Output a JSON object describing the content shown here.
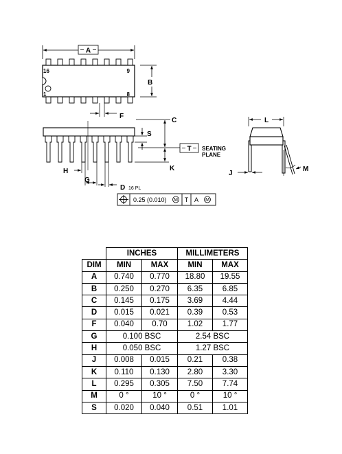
{
  "drawing": {
    "labels": {
      "a": "A",
      "b": "B",
      "c": "C",
      "d": "D",
      "f": "F",
      "g": "G",
      "h": "H",
      "j": "J",
      "k": "K",
      "l": "L",
      "m": "M",
      "s": "S",
      "t": "T"
    },
    "pin_numbers": {
      "top_left": "16",
      "top_right": "9",
      "bottom_left": "1",
      "bottom_right": "8"
    },
    "seating_plane": [
      "SEATING",
      "PLANE"
    ],
    "d_suffix": "16 PL",
    "tolerance_frame": {
      "symbol": "⊕",
      "value": "0.25 (0.010)",
      "modifier": "M",
      "datum_1": "T",
      "datum_2": "A",
      "datum_2_modifier": "M"
    }
  },
  "table": {
    "group_headers": [
      "INCHES",
      "MILLIMETERS"
    ],
    "col_headers": [
      "DIM",
      "MIN",
      "MAX",
      "MIN",
      "MAX"
    ],
    "rows": [
      {
        "dim": "A",
        "in_min": "0.740",
        "in_max": "0.770",
        "mm_min": "18.80",
        "mm_max": "19.55"
      },
      {
        "dim": "B",
        "in_min": "0.250",
        "in_max": "0.270",
        "mm_min": "6.35",
        "mm_max": "6.85"
      },
      {
        "dim": "C",
        "in_min": "0.145",
        "in_max": "0.175",
        "mm_min": "3.69",
        "mm_max": "4.44"
      },
      {
        "dim": "D",
        "in_min": "0.015",
        "in_max": "0.021",
        "mm_min": "0.39",
        "mm_max": "0.53"
      },
      {
        "dim": "F",
        "in_min": "0.040",
        "in_max": "0.70",
        "mm_min": "1.02",
        "mm_max": "1.77"
      },
      {
        "dim": "G",
        "in_span": "0.100 BSC",
        "mm_span": "2.54 BSC"
      },
      {
        "dim": "H",
        "in_span": "0.050 BSC",
        "mm_span": "1.27 BSC"
      },
      {
        "dim": "J",
        "in_min": "0.008",
        "in_max": "0.015",
        "mm_min": "0.21",
        "mm_max": "0.38"
      },
      {
        "dim": "K",
        "in_min": "0.110",
        "in_max": "0.130",
        "mm_min": "2.80",
        "mm_max": "3.30"
      },
      {
        "dim": "L",
        "in_min": "0.295",
        "in_max": "0.305",
        "mm_min": "7.50",
        "mm_max": "7.74"
      },
      {
        "dim": "M",
        "in_min": "0 °",
        "in_max": "10 °",
        "mm_min": "0 °",
        "mm_max": "10 °"
      },
      {
        "dim": "S",
        "in_min": "0.020",
        "in_max": "0.040",
        "mm_min": "0.51",
        "mm_max": "1.01"
      }
    ]
  }
}
